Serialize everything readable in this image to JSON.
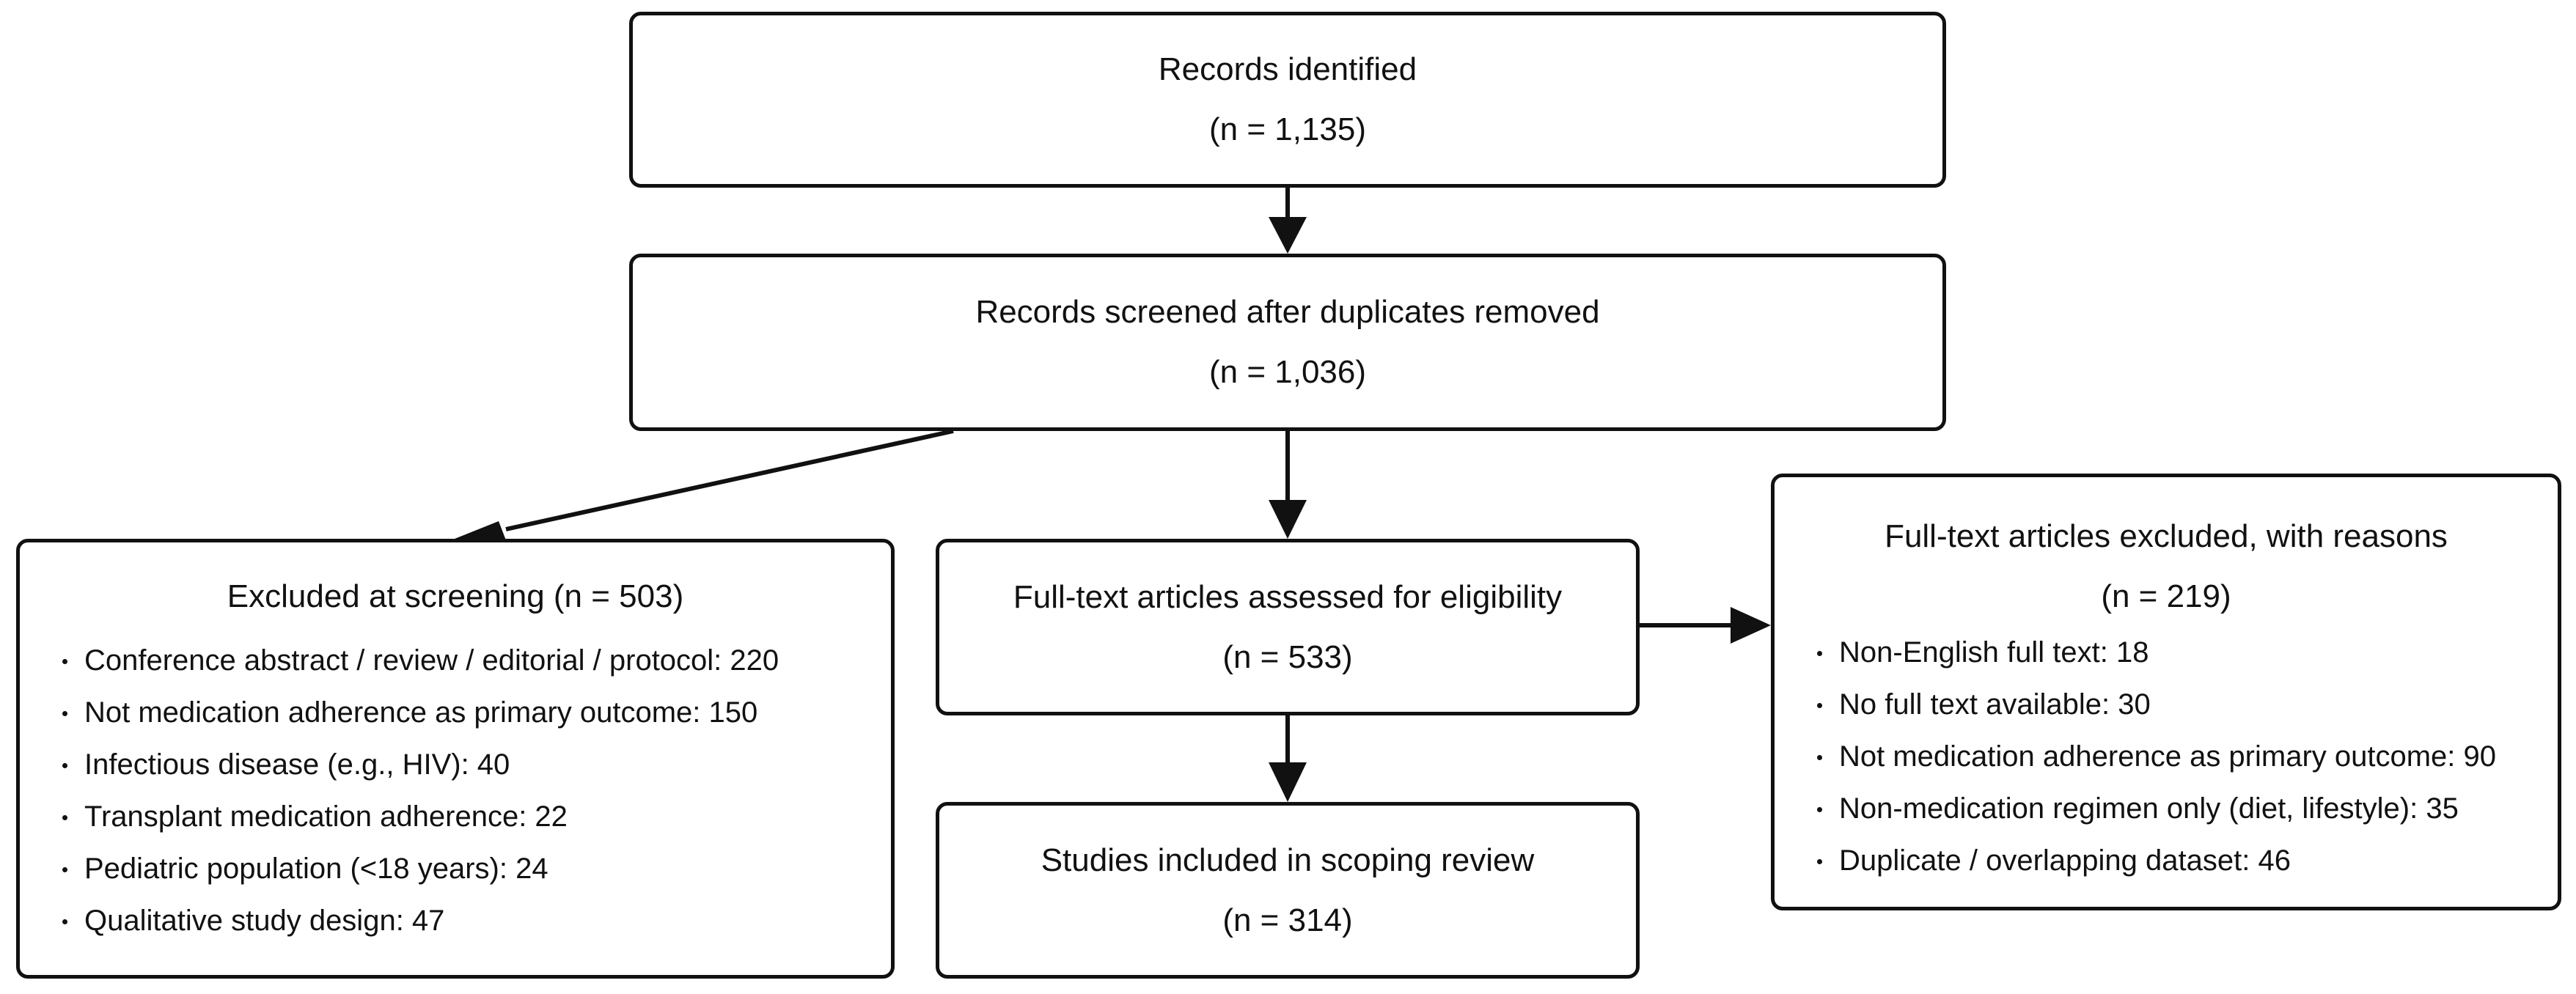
{
  "identified": {
    "title": "Records identified",
    "count": "(n = 1,135)"
  },
  "screened": {
    "title": "Records screened after duplicates removed",
    "count": "(n = 1,036)"
  },
  "excluded_screening": {
    "title": "Excluded at screening (n = 503)",
    "reasons": [
      "Conference abstract / review / editorial / protocol: 220",
      "Not medication adherence as primary outcome: 150",
      "Infectious disease (e.g., HIV): 40",
      "Transplant medication adherence: 22",
      "Pediatric population (<18 years): 24",
      "Qualitative study design: 47"
    ]
  },
  "fulltext_assessed": {
    "title": "Full-text articles assessed for eligibility",
    "count": "(n = 533)"
  },
  "included": {
    "title": "Studies included in scoping review",
    "count": "(n = 314)"
  },
  "fulltext_excluded": {
    "title": "Full-text articles excluded, with reasons",
    "count": "(n = 219)",
    "reasons": [
      "Non-English full text: 18",
      "No full text available: 30",
      "Not medication adherence as primary outcome: 90",
      "Non-medication regimen only (diet, lifestyle): 35",
      "Duplicate / overlapping dataset: 46"
    ]
  }
}
